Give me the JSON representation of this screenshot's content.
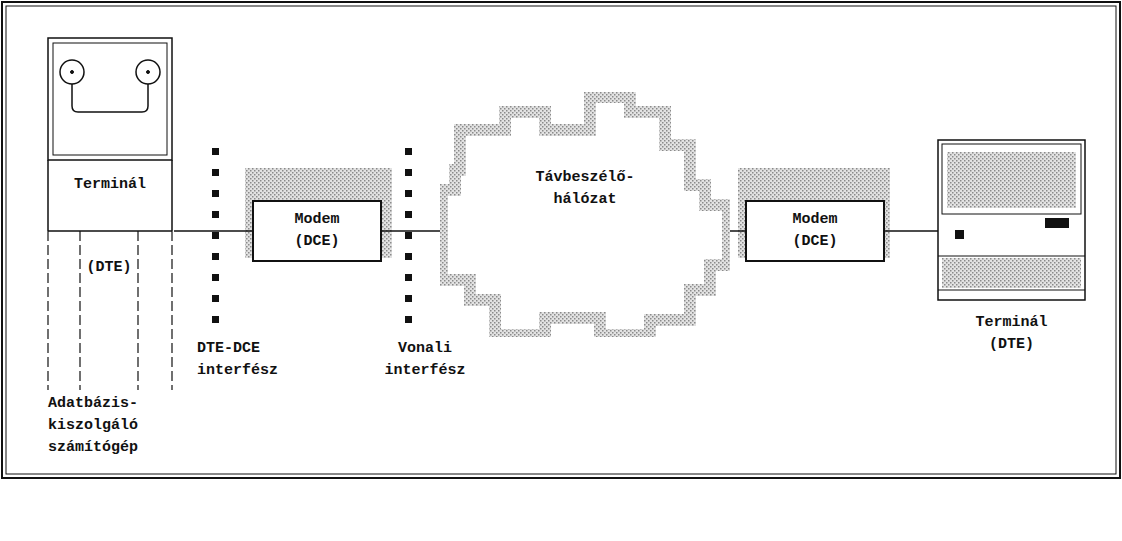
{
  "diagram": {
    "nodes": [
      {
        "text": [
          "Terminál",
          "(DTE)",
          "Adatbázis- kiszolgáló számítógép"
        ]
      },
      {
        "text": [
          "Modem (DCE)"
        ]
      },
      {
        "text": [
          "Távbeszélő- hálózat"
        ]
      },
      {
        "text": [
          "Modem (DCE)"
        ]
      },
      {
        "text": [
          "Terminál (DTE)"
        ]
      }
    ],
    "edges": [
      {
        "from": 0,
        "to": 1,
        "arrow": "none"
      },
      {
        "from": 1,
        "to": 2,
        "arrow": "none"
      },
      {
        "from": 2,
        "to": 3,
        "arrow": "none"
      },
      {
        "from": 3,
        "to": 4,
        "arrow": "none"
      }
    ],
    "labels": [
      "DTE-DCE interfész",
      "Vonali interfész"
    ]
  }
}
